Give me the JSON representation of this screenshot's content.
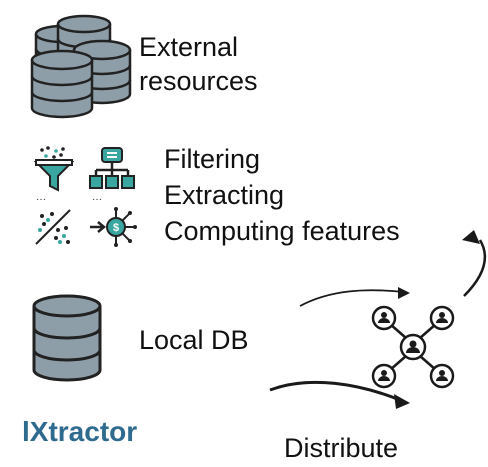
{
  "external": {
    "line1": "External",
    "line2": "resources"
  },
  "processing": {
    "filtering": "Filtering",
    "extracting": "Extracting",
    "computing": "Computing features"
  },
  "local": {
    "label": "Local DB"
  },
  "brand": {
    "name": "lXtractor"
  },
  "distribute": {
    "label": "Distribute"
  },
  "colors": {
    "db_fill": "#8e9ea8",
    "db_stroke": "#222222",
    "icon_teal": "#3aa6a0",
    "brand": "#2e6b8f",
    "network_stroke": "#1a1a1a"
  },
  "icons": [
    "database-stack-icon",
    "funnel-icon",
    "hierarchy-icon",
    "scatter-icon",
    "money-network-icon",
    "database-icon",
    "people-network-icon"
  ]
}
